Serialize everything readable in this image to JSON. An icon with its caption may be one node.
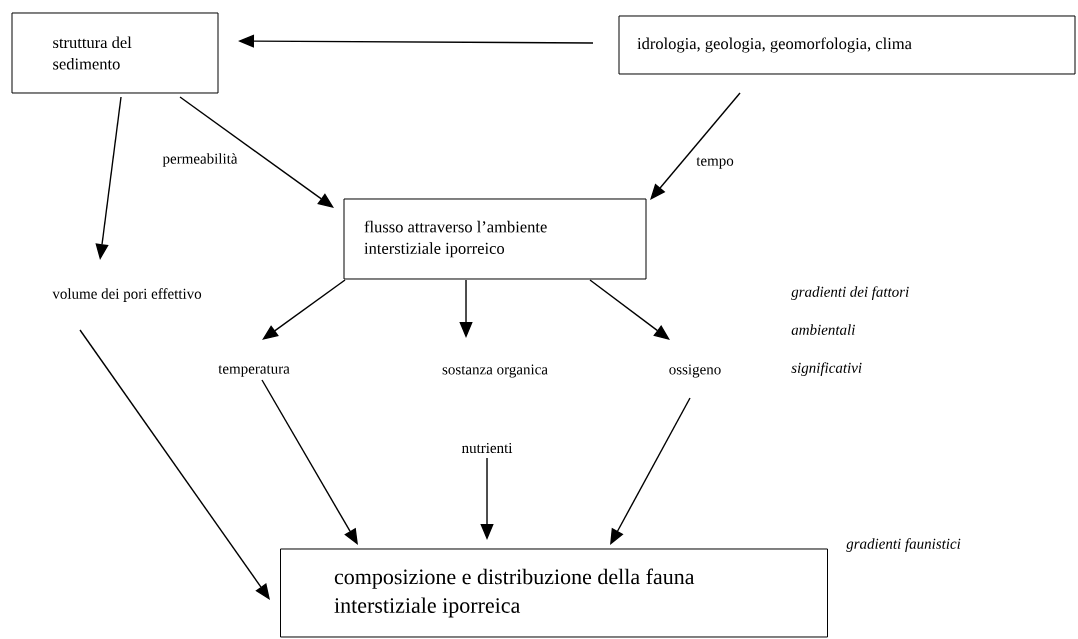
{
  "diagram": {
    "nodes": [
      {
        "text": [
          "struttura del sedimento"
        ]
      },
      {
        "text": [
          "idrologia, geologia, geomorfologia, clima"
        ]
      },
      {
        "text": [
          "flusso attraverso l’ambiente interstiziale iporreico"
        ]
      },
      {
        "text": [
          "volume dei pori effettivo"
        ]
      },
      {
        "text": [
          "temperatura"
        ]
      },
      {
        "text": [
          "sostanza organica"
        ]
      },
      {
        "text": [
          "ossigeno"
        ]
      },
      {
        "text": [
          "nutrienti"
        ]
      },
      {
        "text": [
          "composizione e distribuzione della fauna interstiziale iporreica"
        ]
      }
    ],
    "edges": [
      {
        "from": 1,
        "to": 0,
        "arrow": "to"
      },
      {
        "from": 0,
        "to": 2,
        "arrow": "to",
        "label": "permeabilità"
      },
      {
        "from": 0,
        "to": 3,
        "arrow": "to"
      },
      {
        "from": 1,
        "to": 2,
        "arrow": "to",
        "label": "tempo"
      },
      {
        "from": 2,
        "to": 4,
        "arrow": "to"
      },
      {
        "from": 2,
        "to": 5,
        "arrow": "to"
      },
      {
        "from": 2,
        "to": 6,
        "arrow": "to"
      },
      {
        "from": 3,
        "to": 8,
        "arrow": "to"
      },
      {
        "from": 4,
        "to": 8,
        "arrow": "to"
      },
      {
        "from": 7,
        "to": 8,
        "arrow": "to"
      },
      {
        "from": 6,
        "to": 8,
        "arrow": "to"
      }
    ],
    "labels": [
      "gradienti dei fattori ambientali significativi",
      "gradienti faunistici"
    ]
  }
}
